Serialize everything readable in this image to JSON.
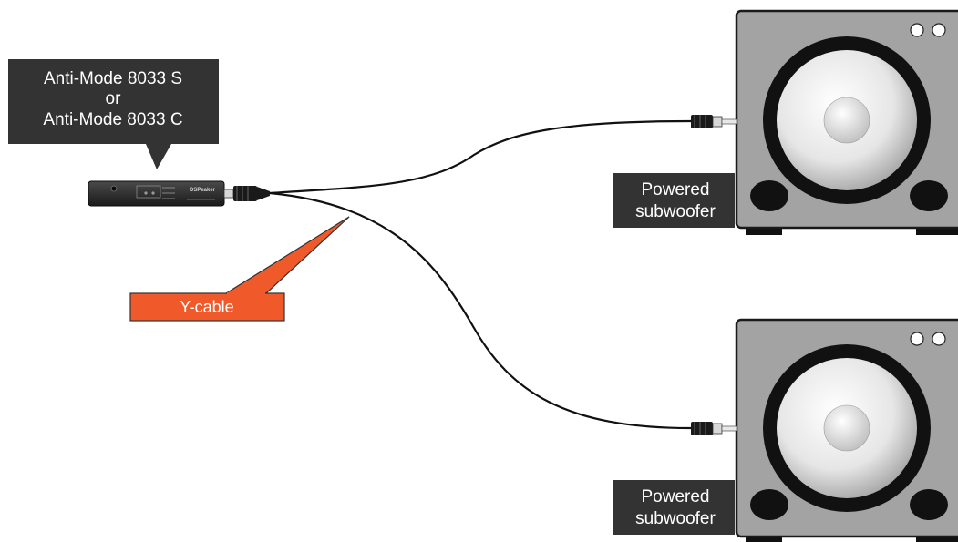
{
  "device_callout": {
    "line1": "Anti-Mode 8033 S",
    "line2": "or",
    "line3": "Anti-Mode 8033 C",
    "bg_color": "#333333",
    "text_color": "#ffffff"
  },
  "device": {
    "brand": "DSPeaker"
  },
  "cable_callout": {
    "label": "Y-cable",
    "bg_color": "#f05a2a",
    "text_color": "#ffffff"
  },
  "subwoofers": [
    {
      "label_line1": "Powered",
      "label_line2": "subwoofer"
    },
    {
      "label_line1": "Powered",
      "label_line2": "subwoofer"
    }
  ],
  "colors": {
    "cabinet": "#a3a3a3",
    "cabinet_border": "#1a1a1a",
    "cone_light": "#ffffff",
    "cone_dark": "#8c8c8c",
    "label_bg": "#333333",
    "cable": "#111111"
  }
}
